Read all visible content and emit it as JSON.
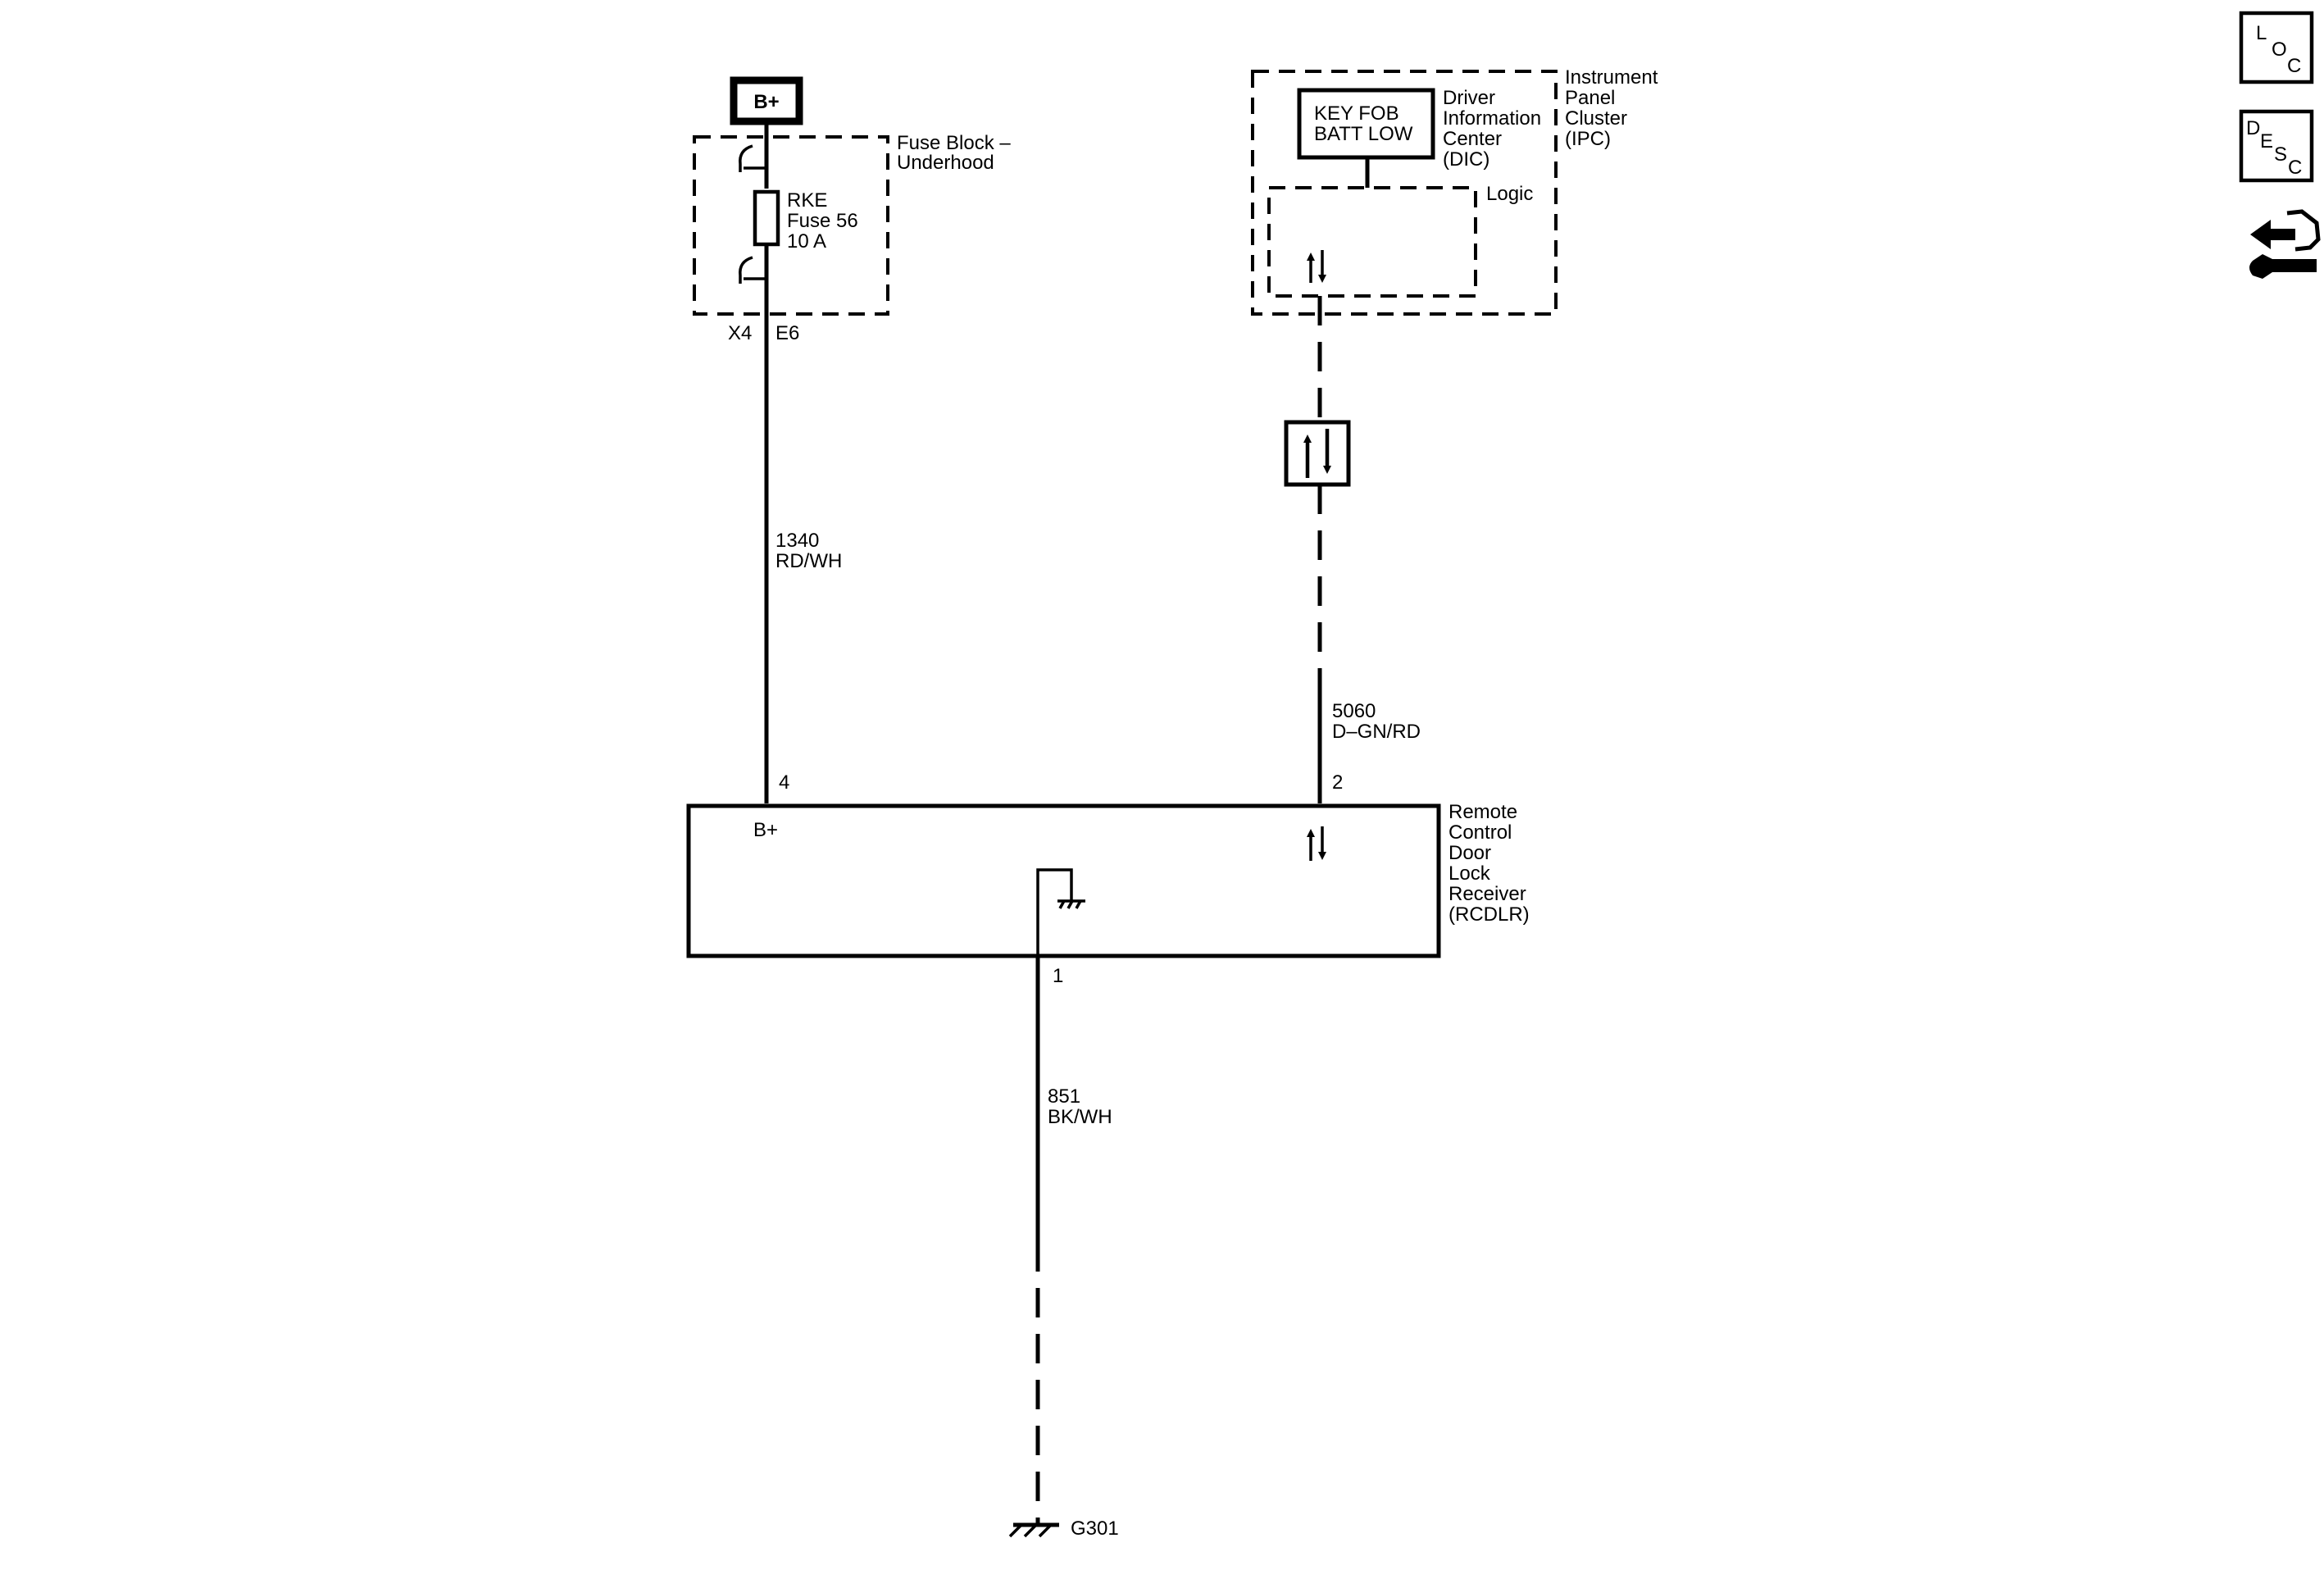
{
  "power": {
    "label": "B+"
  },
  "fuse_block": {
    "name_line1": "Fuse Block –",
    "name_line2": "Underhood",
    "fuse_line1": "RKE",
    "fuse_line2": "Fuse 56",
    "fuse_line3": "10 A",
    "connector": "X4",
    "terminal": "E6"
  },
  "wire_power": {
    "circuit": "1340",
    "color": "RD/WH"
  },
  "ipc": {
    "name_line1": "Instrument",
    "name_line2": "Panel",
    "name_line3": "Cluster",
    "name_line4": "(IPC)",
    "dic_line1": "Driver",
    "dic_line2": "Information",
    "dic_line3": "Center",
    "dic_line4": "(DIC)",
    "display_line1": "KEY FOB",
    "display_line2": "BATT LOW",
    "logic_label": "Logic"
  },
  "wire_data": {
    "circuit": "5060",
    "color": "D–GN/RD"
  },
  "rcdlr": {
    "name_line1": "Remote",
    "name_line2": "Control",
    "name_line3": "Door",
    "name_line4": "Lock",
    "name_line5": "Receiver",
    "name_line6": "(RCDLR)",
    "pin_power": "4",
    "pin_data": "2",
    "pin_ground": "1",
    "power_label": "B+"
  },
  "wire_ground": {
    "circuit": "851",
    "color": "BK/WH"
  },
  "ground": {
    "label": "G301"
  },
  "side_tabs": {
    "loc": [
      "L",
      "O",
      "C"
    ],
    "desc": [
      "D",
      "E",
      "S",
      "C"
    ]
  }
}
